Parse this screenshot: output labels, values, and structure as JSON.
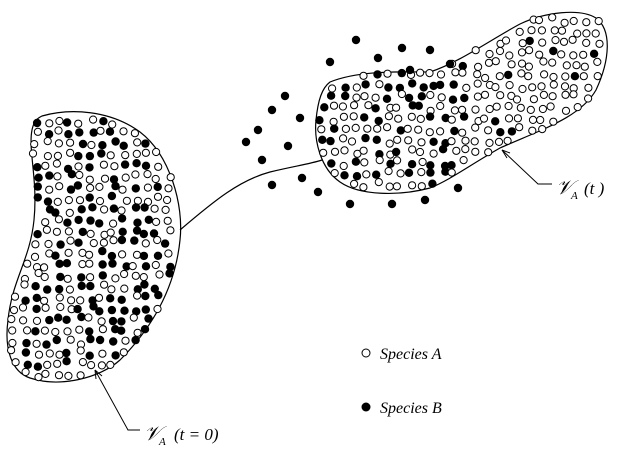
{
  "labels": {
    "initial_symbol": "𝒱",
    "initial_sub": "A",
    "initial_arg": "(t = 0)",
    "current_symbol": "𝒱",
    "current_sub": "A",
    "current_arg": "(t )"
  },
  "legend": {
    "species_a": "Species A",
    "species_b": "Species B"
  }
}
